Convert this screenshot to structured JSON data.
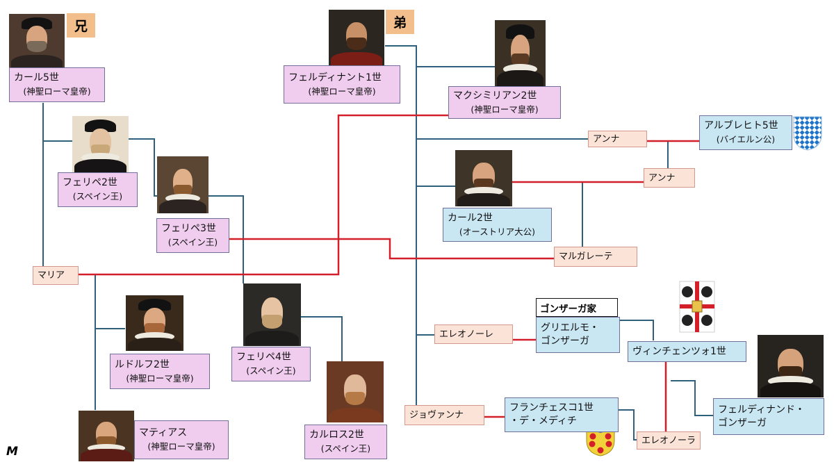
{
  "tags": {
    "elder": "兄",
    "younger": "弟"
  },
  "house": {
    "gonzaga": "ゴンザーガ家"
  },
  "watermark": "M",
  "persons": {
    "karl5": {
      "name": "カール5世",
      "title": "(神聖ローマ皇帝)"
    },
    "ferdinand1": {
      "name": "フェルディナント1世",
      "title": "(神聖ローマ皇帝)"
    },
    "maximilian2": {
      "name": "マクシミリアン2世",
      "title": "(神聖ローマ皇帝)"
    },
    "philip2": {
      "name": "フェリペ2世",
      "title": "(スペイン王)"
    },
    "philip3": {
      "name": "フェリペ3世",
      "title": "(スペイン王)"
    },
    "philip4": {
      "name": "フェリペ4世",
      "title": "(スペイン王)"
    },
    "carlos2": {
      "name": "カルロス2世",
      "title": "(スペイン王)"
    },
    "rudolf2": {
      "name": "ルドルフ2世",
      "title": "(神聖ローマ皇帝)"
    },
    "matthias": {
      "name": "マティアス",
      "title": "(神聖ローマ皇帝)"
    },
    "karl2": {
      "name": "カール2世",
      "title": "(オーストリア大公)"
    },
    "albrecht5": {
      "name": "アルブレヒト5世",
      "title": "(バイエルン公)"
    },
    "guglielmo": {
      "name1": "グリエルモ・",
      "name2": "ゴンザーガ"
    },
    "vincenzo1": {
      "name": "ヴィンチェンツォ1世"
    },
    "ferdinando": {
      "name1": "フェルディナンド・",
      "name2": "ゴンザーガ"
    },
    "francesco1": {
      "name1": "フランチェスコ1世",
      "name2": "・デ・メディチ"
    }
  },
  "spouses": {
    "maria": "マリア",
    "anna1": "アンナ",
    "anna2": "アンナ",
    "margarete": "マルガレーテ",
    "eleonore": "エレオノーレ",
    "giovanna": "ジョヴァンナ",
    "eleonora": "エレオノーラ"
  },
  "colors": {
    "descent_line": "#2f5f7a",
    "marriage_line": "#d21f2a",
    "pink_box": "#f0cdee",
    "blue_box": "#c9e6f3",
    "peach_box": "#fbe3d8",
    "tag_bg": "#f2bf8c"
  }
}
